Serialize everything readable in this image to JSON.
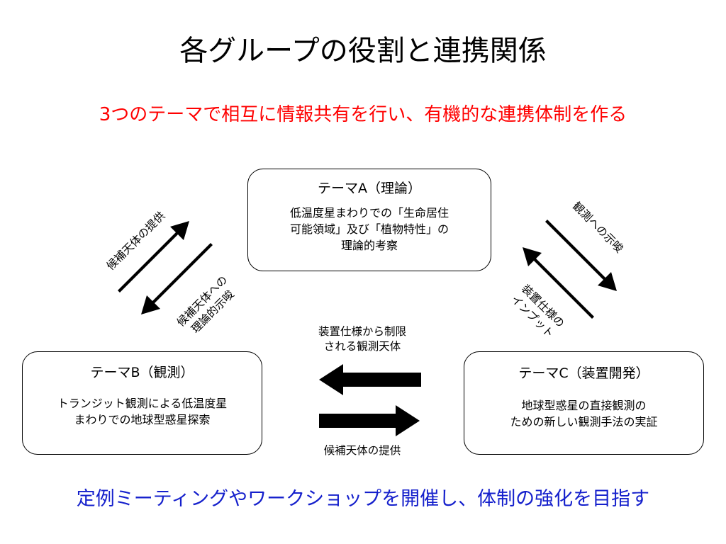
{
  "title": "各グループの役割と連携関係",
  "subtitle": "3つのテーマで相互に情報共有を行い、有機的な連携体制を作る",
  "footer": "定例ミーティングやワークショップを開催し、体制の強化を目指す",
  "boxes": {
    "a": {
      "title": "テーマA（理論）",
      "body": "低温度星まわりでの「生命居住\n可能領域」及び「植物特性」の\n理論的考察"
    },
    "b": {
      "title": "テーマB（観測）",
      "body": "トランジット観測による低温度星\nまわりでの地球型惑星探索"
    },
    "c": {
      "title": "テーマC（装置開発）",
      "body": "地球型惑星の直接観測の\nための新しい観測手法の実証"
    }
  },
  "labels": {
    "b_to_a": "候補天体の提供",
    "a_to_b": "候補天体への\n理論的示唆",
    "a_to_c": "観測への示唆",
    "c_to_a": "装置仕様の\nインプット",
    "c_to_b": "装置仕様から制限\nされる観測天体",
    "b_to_c": "候補天体の提供"
  },
  "colors": {
    "subtitle": "#ff0000",
    "footer": "#1520cc",
    "arrow": "#000000"
  }
}
